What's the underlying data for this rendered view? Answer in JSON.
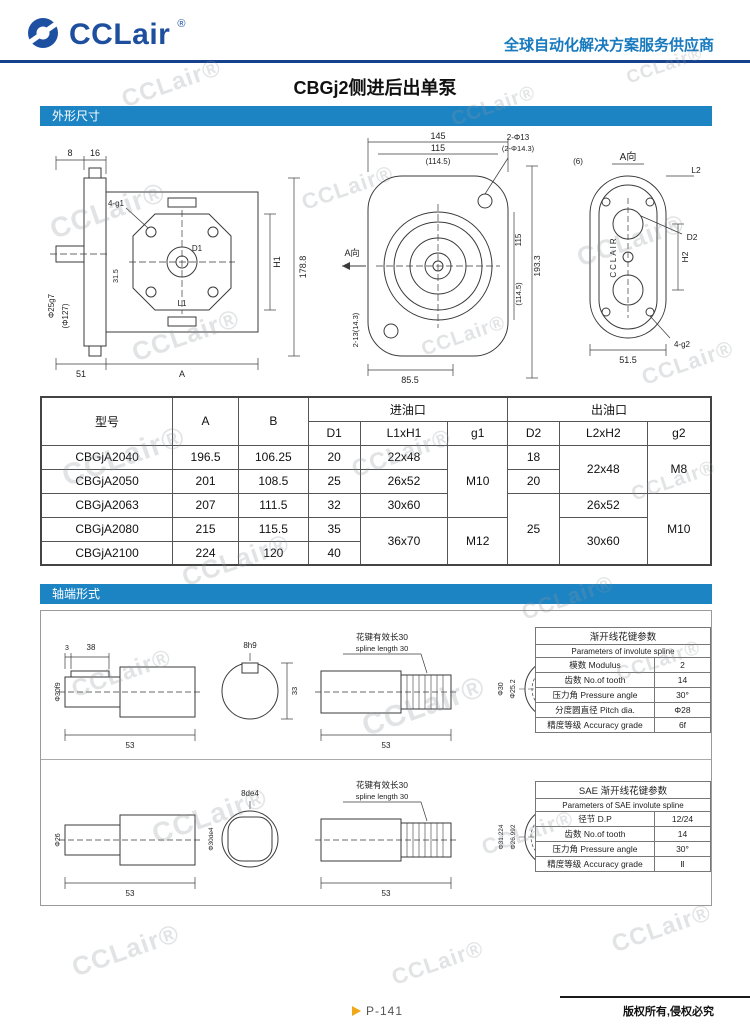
{
  "watermark": {
    "text": "CCLair®"
  },
  "header": {
    "logo_text": "CCLair",
    "logo_reg": "®",
    "tagline": "全球自动化解决方案服务供应商"
  },
  "page_title": "CBGj2侧进后出单泵",
  "section_outline": {
    "title": "外形尺寸"
  },
  "section_shaft": {
    "title": "轴端形式"
  },
  "side_view": {
    "dim_8": "8",
    "dim_16": "16",
    "shaft_dia": "Φ25g7",
    "flange_dia": "(Φ127)",
    "holes": "4-g1",
    "port": "D1",
    "dim_h1": "H1",
    "dim_l1": "L1",
    "dim_315": "31.5",
    "dim_height": "178.8",
    "dim_51": "51",
    "dim_a": "A"
  },
  "front_view": {
    "dim_145": "145",
    "dim_115": "115",
    "dim_1145": "(114.5)",
    "holes_top": "2-Φ13",
    "holes_top2": "(2-Φ14.3)",
    "arrow_label": "A向",
    "holes_left": "2-13(14.3)",
    "dim_right_115": "115",
    "dim_right_1145": "(114.5)",
    "dim_total_h": "193.3",
    "dim_855": "85.5"
  },
  "rear_view": {
    "title": "A向",
    "dim_6": "(6)",
    "dim_l2": "L2",
    "dim_d2": "D2",
    "dim_h2": "H2",
    "holes": "4-g2",
    "dim_515": "51.5",
    "body_text": "CCLAIR"
  },
  "spec_table": {
    "col_model": "型号",
    "col_a": "A",
    "col_b": "B",
    "group_inlet": "进油口",
    "group_outlet": "出油口",
    "col_d1": "D1",
    "col_l1h1": "L1xH1",
    "col_g1": "g1",
    "col_d2": "D2",
    "col_l2h2": "L2xH2",
    "col_g2": "g2",
    "rows": [
      {
        "model": "CBGjA2040",
        "a": "196.5",
        "b": "106.25",
        "d1": "20",
        "l1h1": "22x48",
        "g1": "M10",
        "d2": "18",
        "l2h2": "22x48",
        "g2": "M8"
      },
      {
        "model": "CBGjA2050",
        "a": "201",
        "b": "108.5",
        "d1": "25",
        "l1h1": "26x52",
        "d2": "20"
      },
      {
        "model": "CBGjA2063",
        "a": "207",
        "b": "111.5",
        "d1": "32",
        "l1h1": "30x60",
        "d2": "25",
        "l2h2": "26x52",
        "g2": "M10"
      },
      {
        "model": "CBGjA2080",
        "a": "215",
        "b": "115.5",
        "d1": "35",
        "l1h1": "36x70",
        "g1": "M12",
        "l2h2": "30x60"
      },
      {
        "model": "CBGjA2100",
        "a": "224",
        "b": "120",
        "d1": "40"
      }
    ]
  },
  "shaft_row1": {
    "dim_3": "3",
    "dim_38": "38",
    "key_label": "8h9",
    "shaft_dia": "Φ30f9",
    "dim_53": "53",
    "cross_dim": "33",
    "spline_note_cn": "花键有效长30",
    "spline_note_en": "spline length 30",
    "spline_dim_53": "53",
    "cross_dia1": "Φ25.2",
    "cross_dia2": "Φ30"
  },
  "shaft_row2": {
    "key_label": "8de4",
    "shaft_dia": "Φ26",
    "dim_53": "53",
    "cross_label": "Φ30de4",
    "spline_note_cn": "花键有效长30",
    "spline_note_en": "spline length 30",
    "spline_dim_53": "53",
    "cross_dia1": "Φ26.992",
    "cross_dia2": "Φ31.224"
  },
  "spline_table_1": {
    "title_cn": "渐开线花键参数",
    "title_en": "Parameters of involute spline",
    "rows": [
      {
        "label": "模数 Modulus",
        "value": "2"
      },
      {
        "label": "齿数 No.of tooth",
        "value": "14"
      },
      {
        "label": "压力角 Pressure angle",
        "value": "30°"
      },
      {
        "label": "分度圆直径 Pitch dia.",
        "value": "Φ28"
      },
      {
        "label": "精度等级 Accuracy grade",
        "value": "6f"
      }
    ]
  },
  "spline_table_2": {
    "title_cn": "SAE 渐开线花键参数",
    "title_en": "Parameters of SAE involute spline",
    "rows": [
      {
        "label": "径节 D.P",
        "value": "12/24"
      },
      {
        "label": "齿数 No.of tooth",
        "value": "14"
      },
      {
        "label": "压力角 Pressure angle",
        "value": "30°"
      },
      {
        "label": "精度等级 Accuracy grade",
        "value": "Ⅱ"
      }
    ]
  },
  "footer": {
    "page": "P-141",
    "copyright": "版权所有,侵权必究"
  }
}
